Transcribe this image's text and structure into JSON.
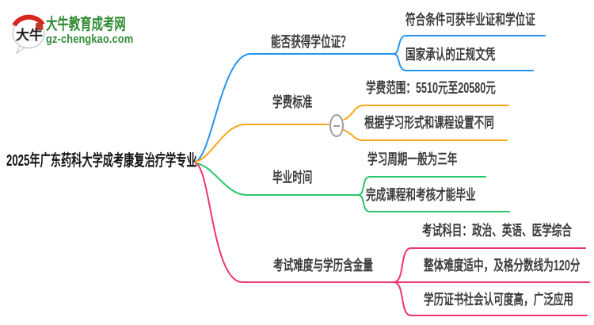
{
  "brand": {
    "name": "大牛教育成考网",
    "domain": "gz-chengkao.com",
    "logo_glyph": "大牛",
    "green": "#2f8a32",
    "red": "#d9261c"
  },
  "mindmap": {
    "root": "2025年广东药科大学成考康复治疗学专业",
    "branches": [
      {
        "label": "能否获得学位证？",
        "color": "#2492ef",
        "children": [
          "符合条件可获毕业证和学位证",
          "国家承认的正规文凭"
        ]
      },
      {
        "label": "学费标准",
        "color": "#ffa517",
        "collapse_icon": "minus",
        "children": [
          "学费范围：5510元至20580元",
          "根据学习形式和课程设置不同"
        ]
      },
      {
        "label": "毕业时间",
        "color": "#2bc56d",
        "children": [
          "学习周期一般为三年",
          "完成课程和考核才能毕业"
        ]
      },
      {
        "label": "考试难度与学历含金量",
        "color": "#ef3473",
        "children": [
          "考试科目：政治、英语、医学综合",
          "整体难度适中，及格分数线为120分",
          "学历证书社会认可度高，广泛应用"
        ]
      }
    ]
  }
}
